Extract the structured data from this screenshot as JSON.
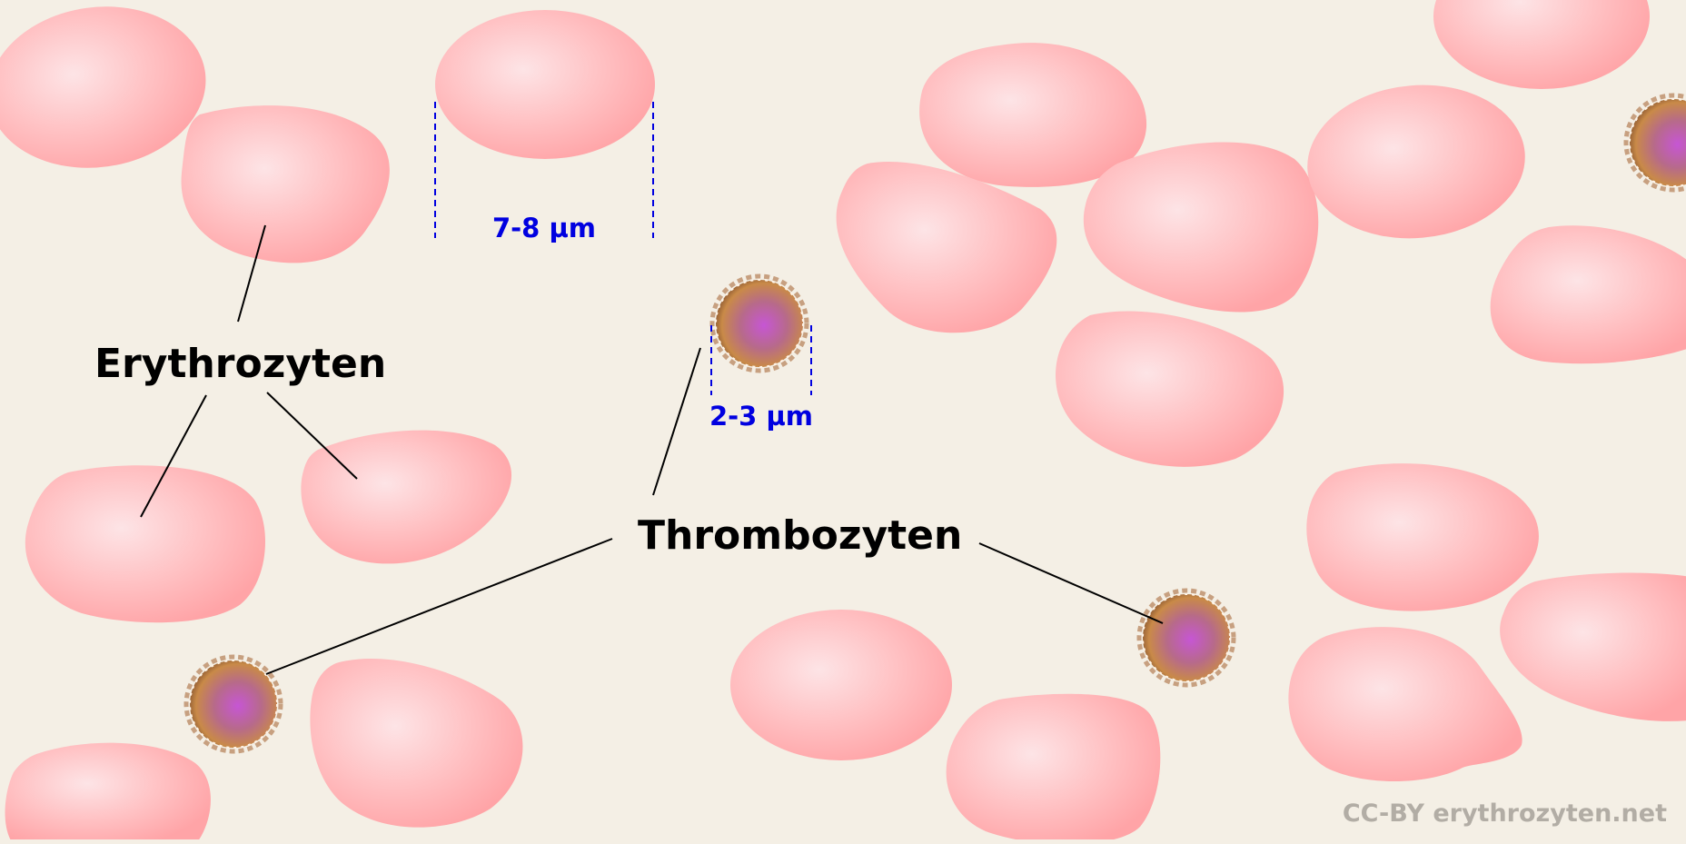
{
  "labels": {
    "erythrocytes": "Erythrozyten",
    "thrombocytes": "Thrombozyten"
  },
  "measurements": {
    "erythrocyte_size": "7-8 µm",
    "thrombocyte_size": "2-3 µm"
  },
  "credit": "CC-BY erythrozyten.net",
  "colors": {
    "background": "#f4efe5",
    "erythrocyte_center": "#fde4e6",
    "erythrocyte_edge": "#ffa8aa",
    "thrombocyte_core": "#c656d4",
    "thrombocyte_rim": "#c08040",
    "measure": "#0000e0",
    "credit": "#b2ada5"
  }
}
